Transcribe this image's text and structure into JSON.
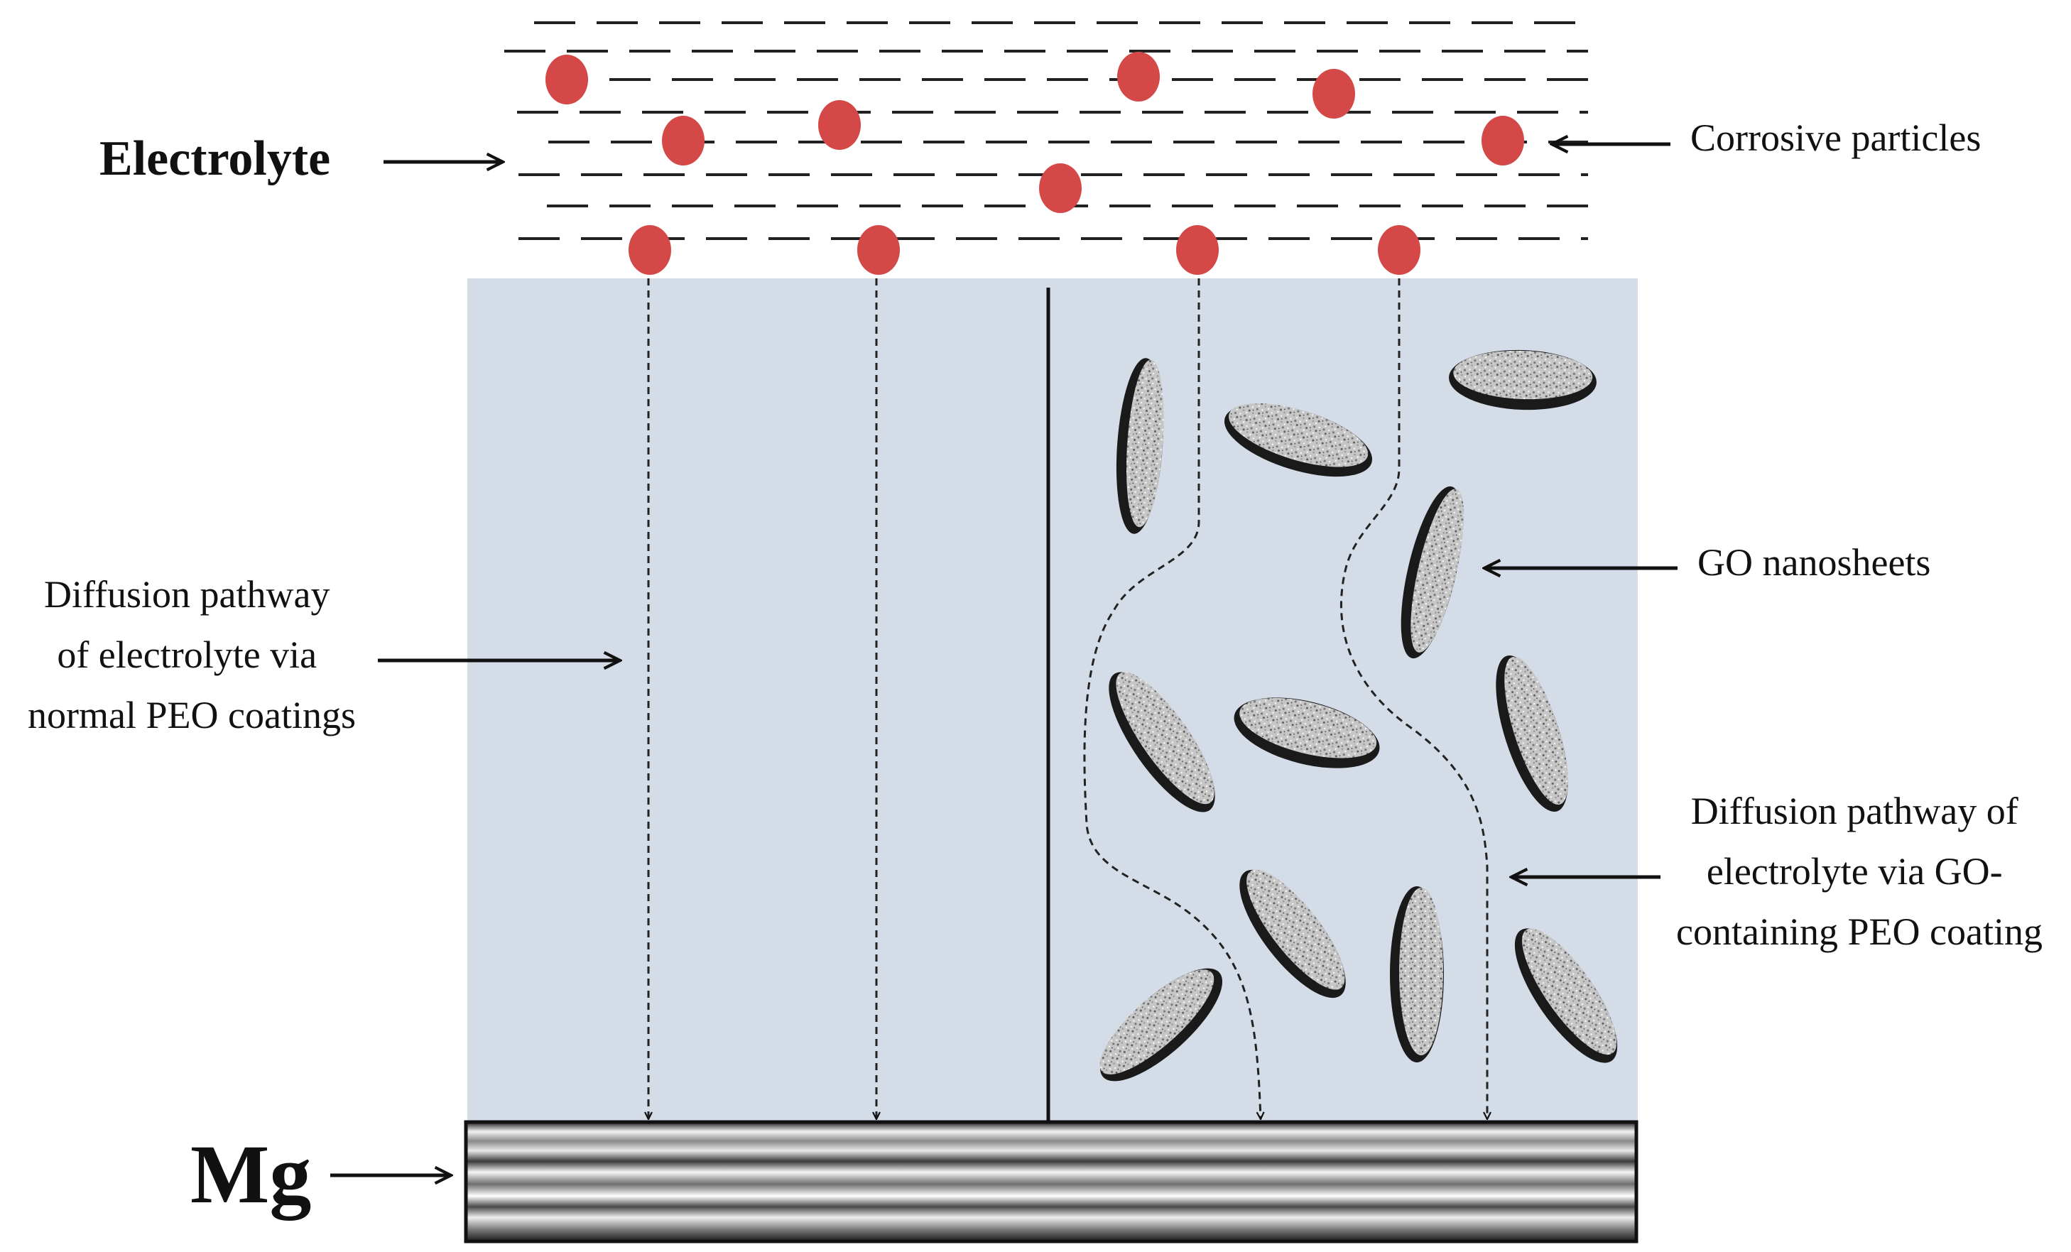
{
  "labels": {
    "electrolyte": "Electrolyte",
    "corrosive_particles": "Corrosive particles",
    "go_nanosheets": "GO nanosheets",
    "diffusion_normal": [
      "Diffusion pathway",
      "of electrolyte via",
      "normal PEO coatings"
    ],
    "diffusion_go": [
      "Diffusion pathway of",
      "electrolyte via GO-",
      "containing PEO coating"
    ],
    "substrate": "Mg"
  },
  "colors": {
    "coating": "#d3dce7",
    "particle": "#d44848",
    "dash": "#222222",
    "sheet_fill": "#c4c4c4",
    "sheet_edge": "#1a1a1a"
  }
}
